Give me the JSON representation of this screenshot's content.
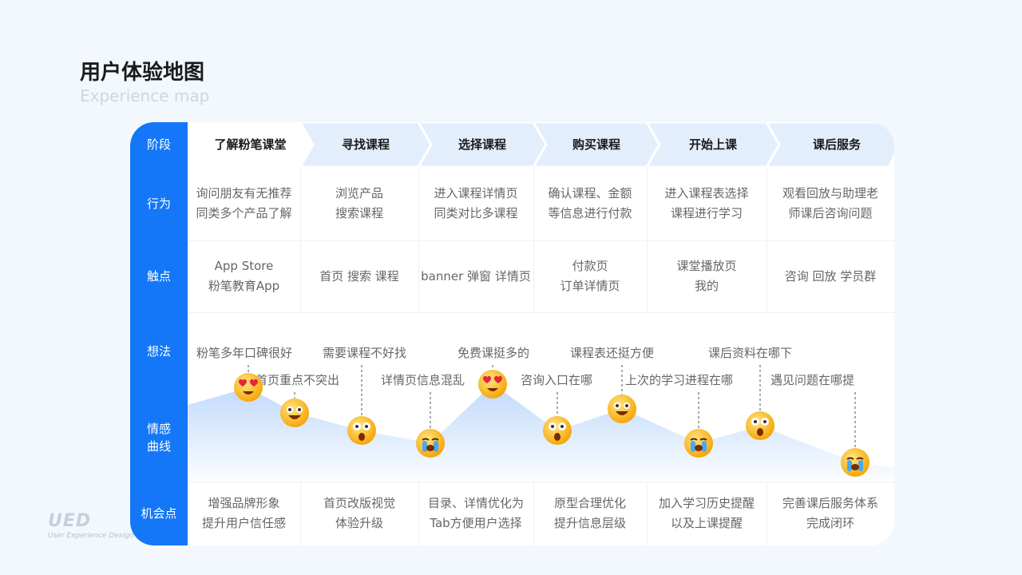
{
  "header": {
    "title": "用户体验地图",
    "subtitle": "Experience map"
  },
  "rows": {
    "stage": "阶段",
    "behavior": "行为",
    "touchpoint": "触点",
    "thoughts": "想法",
    "emotion": "情感\n曲线",
    "opportunity": "机会点"
  },
  "stages": [
    "了解粉笔课堂",
    "寻找课程",
    "选择课程",
    "购买课程",
    "开始上课",
    "课后服务"
  ],
  "behaviors": [
    [
      "询问朋友有无推荐",
      "同类多个产品了解"
    ],
    [
      "浏览产品",
      "搜索课程"
    ],
    [
      "进入课程详情页",
      "同类对比多课程"
    ],
    [
      "确认课程、金额",
      "等信息进行付款"
    ],
    [
      "进入课程表选择",
      "课程进行学习"
    ],
    [
      "观看回放与助理老",
      "师课后咨询问题"
    ]
  ],
  "touchpoints": [
    [
      "App Store",
      "粉笔教育App"
    ],
    [
      "首页  搜索  课程"
    ],
    [
      "banner 弹窗 详情页"
    ],
    [
      "付款页",
      "订单详情页"
    ],
    [
      "课堂播放页",
      "我的"
    ],
    [
      "咨询 回放 学员群"
    ]
  ],
  "thoughts": [
    "粉笔多年口碑很好",
    "首页重点不突出",
    "需要课程不好找",
    "详情页信息混乱",
    "免费课挺多的",
    "咨询入口在哪",
    "课程表还挺方便",
    "上次的学习进程在哪",
    "课后资料在哪下",
    "遇见问题在哪提"
  ],
  "emotion_points": [
    {
      "thought_index": 0,
      "mood": "love",
      "level": 0.78
    },
    {
      "thought_index": 1,
      "mood": "happy",
      "level": 0.52
    },
    {
      "thought_index": 2,
      "mood": "shocked",
      "level": 0.33
    },
    {
      "thought_index": 3,
      "mood": "crying",
      "level": 0.2
    },
    {
      "thought_index": 4,
      "mood": "love",
      "level": 0.82
    },
    {
      "thought_index": 5,
      "mood": "shocked",
      "level": 0.33
    },
    {
      "thought_index": 6,
      "mood": "happy",
      "level": 0.56
    },
    {
      "thought_index": 7,
      "mood": "crying",
      "level": 0.2
    },
    {
      "thought_index": 8,
      "mood": "shocked",
      "level": 0.38
    },
    {
      "thought_index": 9,
      "mood": "crying",
      "level": 0.0
    }
  ],
  "opportunities": [
    [
      "增强品牌形象",
      "提升用户信任感"
    ],
    [
      "首页改版视觉",
      "体验升级"
    ],
    [
      "目录、详情优化为",
      "Tab方便用户选择"
    ],
    [
      "原型合理优化",
      "提升信息层级"
    ],
    [
      "加入学习历史提醒",
      "以及上课提醒"
    ],
    [
      "完善课后服务体系",
      "完成闭环"
    ]
  ],
  "watermark": {
    "logo": "UED",
    "tagline": "User Experience Design"
  },
  "colors": {
    "accent": "#1477f7",
    "stage_bg": "#e3eefd",
    "curve_fill": "#bcd7fb"
  }
}
